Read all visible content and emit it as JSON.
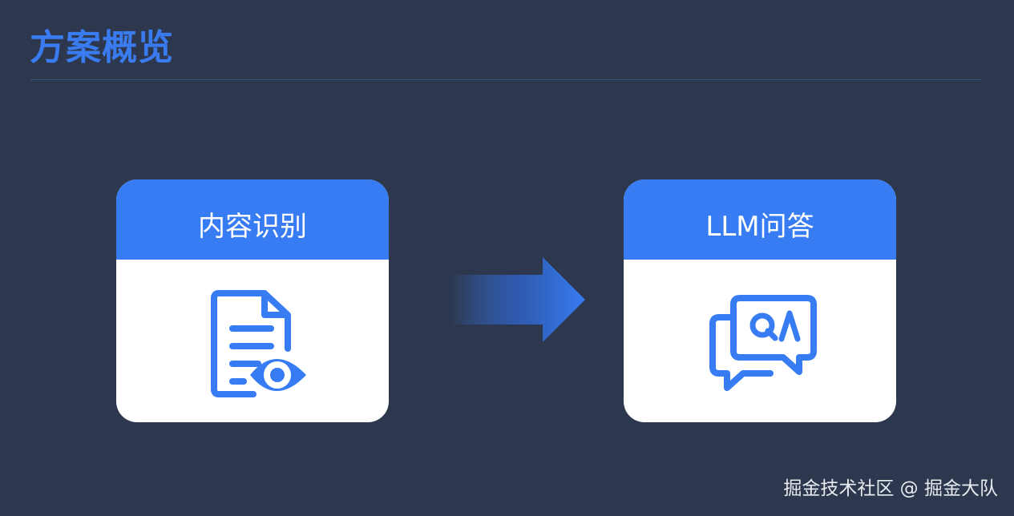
{
  "page": {
    "title": "方案概览"
  },
  "diagram": {
    "nodes": [
      {
        "id": "content-recognition",
        "label": "内容识别",
        "icon": "document-eye-icon"
      },
      {
        "id": "llm-qa",
        "label": "LLM问答",
        "icon": "qa-chat-bubbles-icon"
      }
    ],
    "edges": [
      {
        "from": "content-recognition",
        "to": "llm-qa",
        "icon": "right-arrow-icon"
      }
    ]
  },
  "watermark": {
    "text": "掘金技术社区 @ 掘金大队"
  },
  "colors": {
    "background": "#2d384f",
    "accent": "#377cf2",
    "title": "#3a7bf0",
    "card": "#ffffff",
    "divider": "#3a577f"
  }
}
